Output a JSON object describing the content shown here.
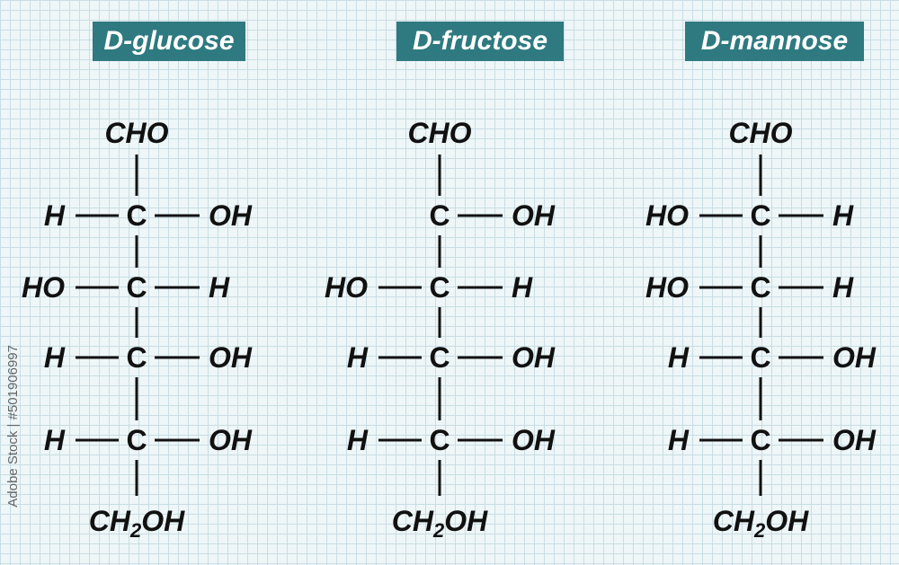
{
  "structures": [
    {
      "name": "D-glucose",
      "top_group": "CHO",
      "bottom_group": {
        "main": "CH",
        "sub": "2",
        "tail": "OH"
      },
      "carbon_label": "C",
      "rows": [
        {
          "left": "H",
          "right": "OH"
        },
        {
          "left": "HO",
          "right": "H"
        },
        {
          "left": "H",
          "right": "OH"
        },
        {
          "left": "H",
          "right": "OH"
        }
      ]
    },
    {
      "name": "D-fructose",
      "top_group": "CHO",
      "bottom_group": {
        "main": "CH",
        "sub": "2",
        "tail": "OH"
      },
      "carbon_label": "C",
      "rows": [
        {
          "left": "",
          "right": "OH"
        },
        {
          "left": "HO",
          "right": "H"
        },
        {
          "left": "H",
          "right": "OH"
        },
        {
          "left": "H",
          "right": "OH"
        }
      ]
    },
    {
      "name": "D-mannose",
      "top_group": "CHO",
      "bottom_group": {
        "main": "CH",
        "sub": "2",
        "tail": "OH"
      },
      "carbon_label": "C",
      "rows": [
        {
          "left": "HO",
          "right": "H"
        },
        {
          "left": "HO",
          "right": "H"
        },
        {
          "left": "H",
          "right": "OH"
        },
        {
          "left": "H",
          "right": "OH"
        }
      ]
    }
  ],
  "watermark": "Adobe Stock | #501906997",
  "colors": {
    "badge_bg": "#2e7a80",
    "badge_text": "#ffffff",
    "ink": "#111111",
    "grid": "#c9dde4",
    "background": "#eef6f8"
  }
}
